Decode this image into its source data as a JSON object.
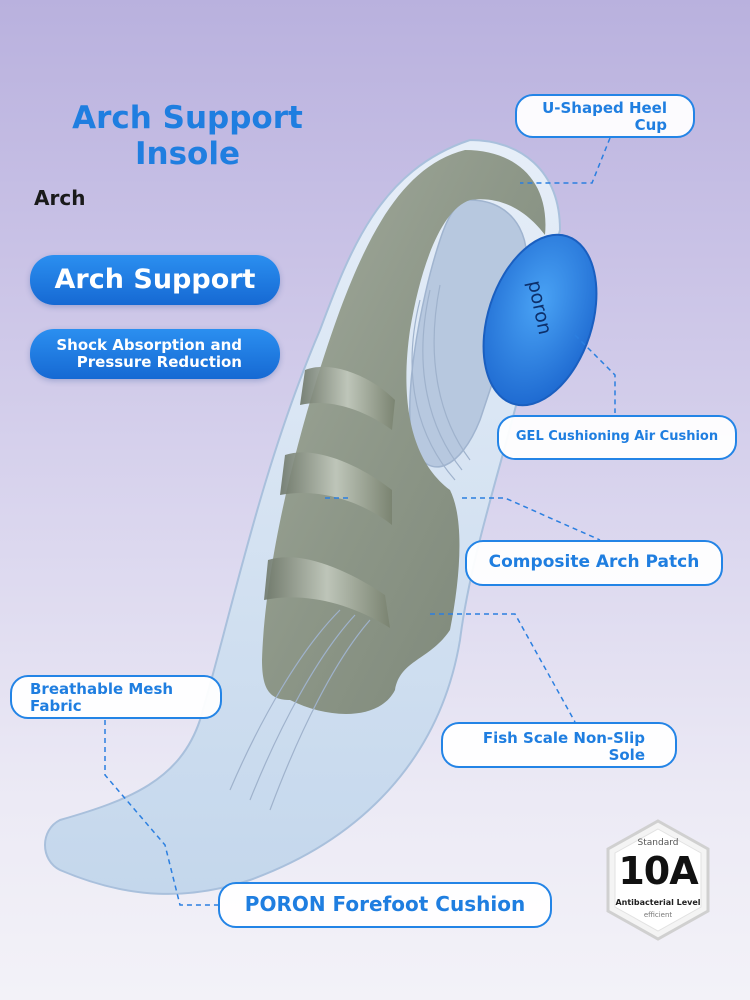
{
  "heading": {
    "title": "Arch Support Insole",
    "subtitle": "Arch"
  },
  "features": {
    "arch_support": "Arch Support",
    "shock_line1": "Shock Absorption and",
    "shock_line2": "Pressure Reduction"
  },
  "callouts": {
    "heel_line1": "U-Shaped Heel",
    "heel_line2": "Cup",
    "gel": "GEL Cushioning Air Cushion",
    "composite": "Composite Arch Patch",
    "mesh_line1": "Breathable Mesh",
    "mesh_line2": "Fabric",
    "fish_line1": "Fish Scale Non-Slip",
    "fish_line2": "Sole",
    "poron": "PORON Forefoot Cushion"
  },
  "disc": {
    "brand": "poron"
  },
  "badge": {
    "top": "Standard",
    "main": "10A",
    "level": "Antibacterial Level",
    "bottom": "efficient"
  },
  "colors": {
    "accent": "#1f7ee0",
    "pill": "#1669d3",
    "insole_gray": "#8e9888",
    "insole_edge": "#c8daef"
  }
}
